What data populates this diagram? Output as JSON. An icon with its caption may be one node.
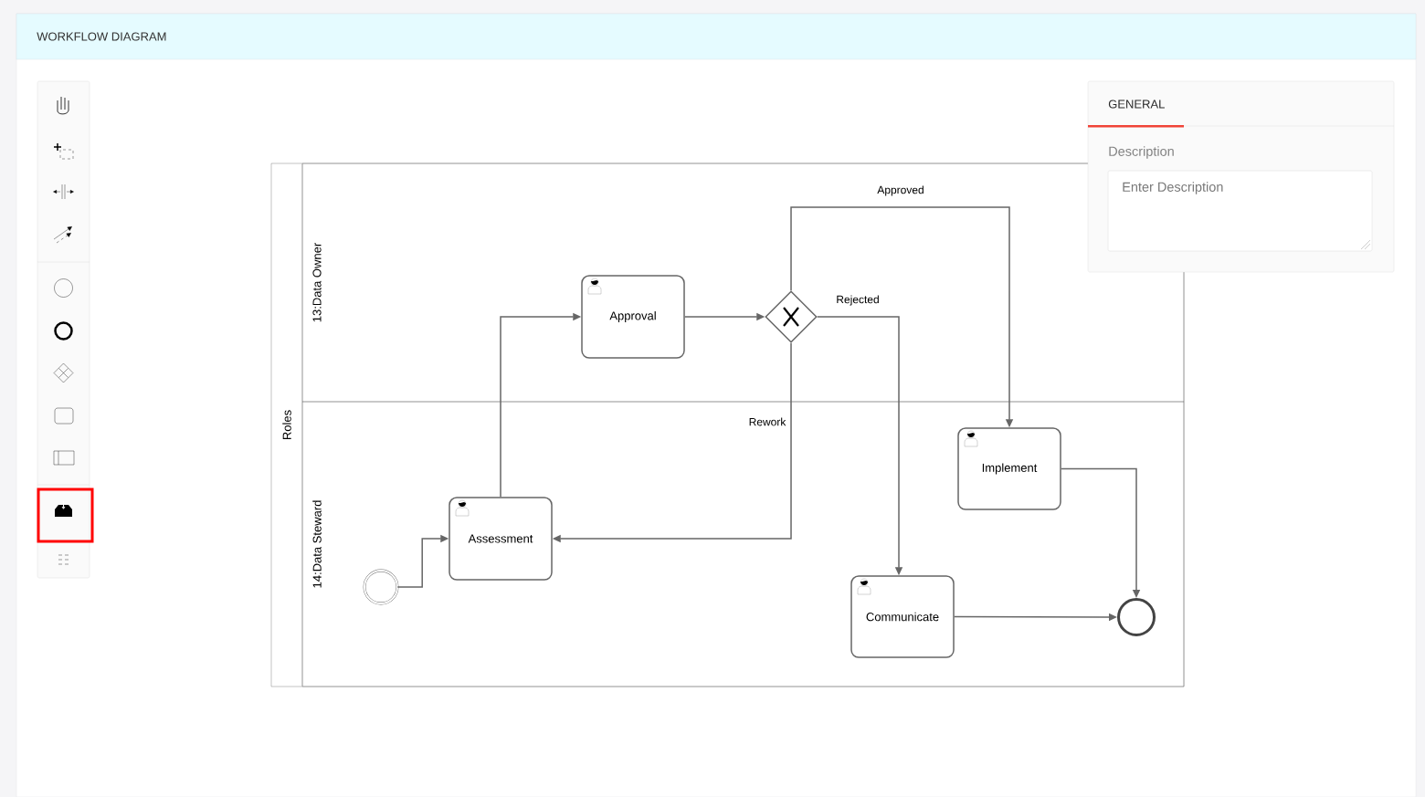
{
  "diagram": {
    "title": "WORKFLOW DIAGRAM",
    "nodes": [
      {
        "text": [
          "Roles"
        ]
      },
      {
        "text": [
          "13:Data Owner"
        ],
        "in": 0
      },
      {
        "text": [
          "14:Data Steward"
        ],
        "in": 0
      },
      {
        "text": [
          "Approval"
        ],
        "in": 1
      },
      {
        "text": [],
        "shape": "diamond",
        "in": 1
      },
      {
        "text": [],
        "shape": "circle",
        "in": 2
      },
      {
        "text": [
          "Assessment"
        ],
        "in": 2
      },
      {
        "text": [
          "Implement"
        ],
        "in": 2
      },
      {
        "text": [
          "Communicate"
        ],
        "in": 2
      },
      {
        "text": [],
        "shape": "circle",
        "in": 2
      }
    ],
    "edges": [
      {
        "from": 5,
        "to": 6,
        "arrow": "to"
      },
      {
        "from": 6,
        "to": 3,
        "arrow": "to"
      },
      {
        "from": 3,
        "to": 4,
        "arrow": "to"
      },
      {
        "from": 4,
        "to": 7,
        "arrow": "to",
        "label": "Approved"
      },
      {
        "from": 4,
        "to": 8,
        "arrow": "to",
        "label": "Rejected"
      },
      {
        "from": 4,
        "to": 6,
        "arrow": "to",
        "label": "Rework"
      },
      {
        "from": 7,
        "to": 9,
        "arrow": "to"
      },
      {
        "from": 8,
        "to": 9,
        "arrow": "to"
      }
    ],
    "labels": [
      "GENERAL",
      "Description",
      "Enter Description"
    ]
  }
}
